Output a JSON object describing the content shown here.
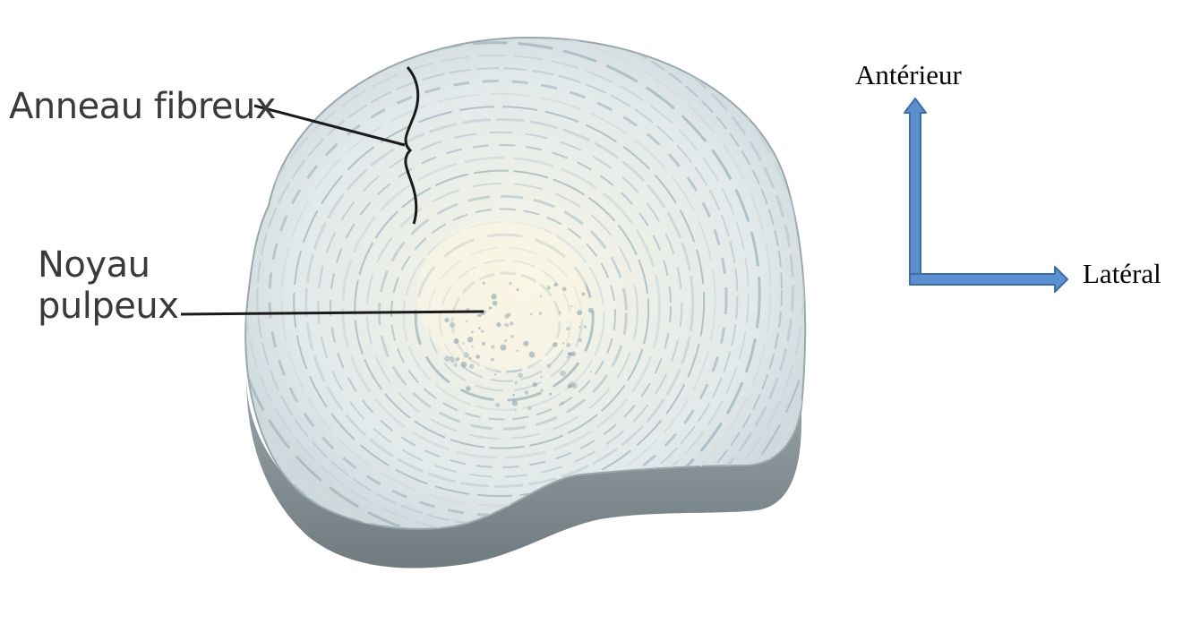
{
  "figure": {
    "labels": {
      "annulus": "Anneau fibreux",
      "nucleus_line1": "Noyau",
      "nucleus_line2": "pulpeux"
    },
    "orientation": {
      "up_label": "Antérieur",
      "right_label": "Latéral",
      "arrow_color": "#5b8fd0",
      "arrow_outline": "#3d6ea5"
    },
    "colors": {
      "disc_base": "#eef1ef",
      "disc_center": "#f7f2e2",
      "disc_shadow": "#7d8a8e",
      "ring_stroke": "#9fb4bd",
      "leader_line": "#1a1a1a"
    }
  }
}
